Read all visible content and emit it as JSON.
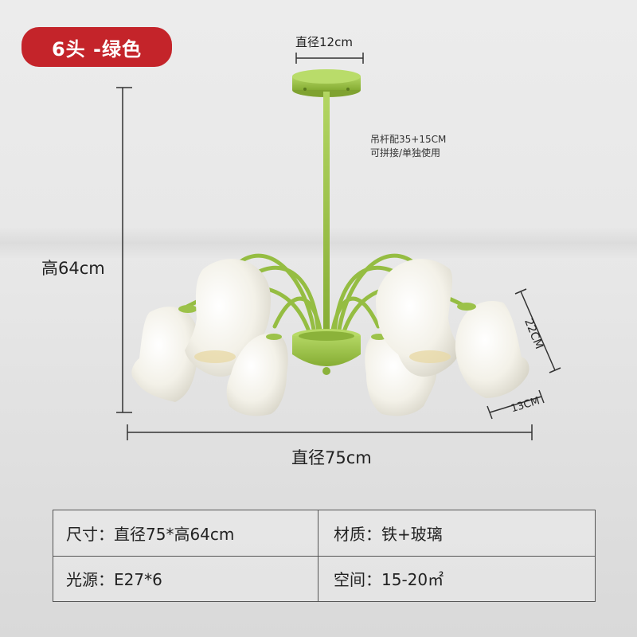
{
  "badge": {
    "text": "6头  -绿色"
  },
  "dimensions": {
    "canopy_diameter": "直径12cm",
    "rod_note_line1": "吊杆配35+15CM",
    "rod_note_line2": "可拼接/单独使用",
    "height": "高64cm",
    "diameter": "直径75cm",
    "shade_height": "22CM",
    "shade_width": "13CM"
  },
  "specs": {
    "size": "尺寸：直径75*高64cm",
    "material": "材质：铁+玻璃",
    "light_source": "光源：E27*6",
    "space": "空间：15-20㎡"
  },
  "colors": {
    "badge": "#c4242a",
    "fixture_green": "#9cc24a",
    "glass": "#f4f2ea"
  }
}
